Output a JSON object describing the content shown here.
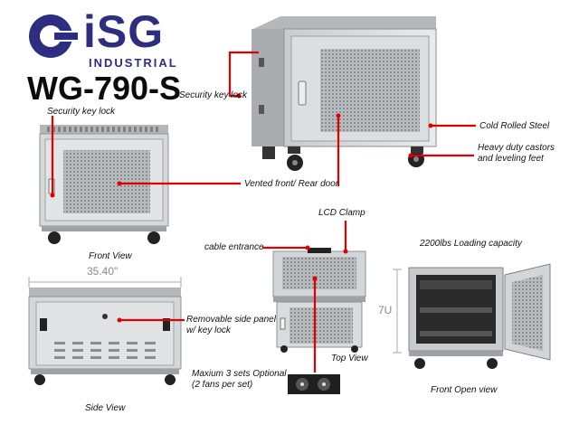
{
  "brand": {
    "name": "iSG",
    "sub": "INDUSTRIAL",
    "color": "#2d2e7f"
  },
  "model": "WG-790-S",
  "callouts": {
    "security_lock_top": "Security key lock",
    "security_lock_front": "Security key lock",
    "cold_rolled": "Cold Rolled Steel",
    "castors": "Heavy duty castors",
    "castors2": "and leveling feet",
    "vented": "Vented front/ Rear door",
    "lcd": "LCD Clamp",
    "cable": "cable entrance",
    "loading": "2200lbs Loading capacity",
    "side_panel": "Removable side panel",
    "side_panel2": "w/ key lock",
    "fans": "Maxium 3 sets Optional",
    "fans2": "(2 fans per set)"
  },
  "captions": {
    "front_view": "Front View",
    "side_view": "Side View",
    "top_view": "Top View",
    "front_open": "Front Open view"
  },
  "dimensions": {
    "width": "35.40\"",
    "height": "7U"
  },
  "colors": {
    "callout_line": "#e00000",
    "steel_light": "#d8dadc",
    "steel_dark": "#9a9ea2"
  }
}
